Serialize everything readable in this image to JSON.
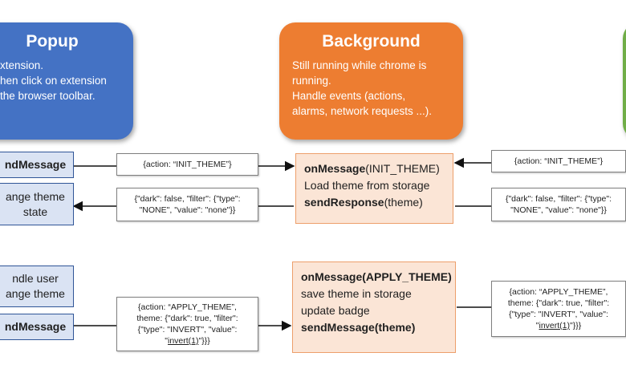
{
  "popup": {
    "title": "Popup",
    "lines": [
      "xtension.",
      "hen click on extension",
      "the browser toolbar."
    ]
  },
  "background": {
    "title": "Background",
    "lines": [
      "Still running while chrome is",
      "running.",
      "Handle events (actions,",
      "alarms, network requests ...)."
    ]
  },
  "popup_boxes": {
    "send1": "ndMessage",
    "change_theme": [
      "ange theme",
      "state"
    ],
    "handle_user": [
      "ndle user",
      "ange theme"
    ],
    "send2": "ndMessage"
  },
  "bg_boxes": {
    "init": {
      "handler_name": "onMessage",
      "handler_arg": "(INIT_THEME)",
      "line2": "Load theme from storage",
      "send_name": "sendResponse",
      "send_arg": "(theme)"
    },
    "apply": {
      "handler": "onMessage(APPLY_THEME)",
      "line2": "save theme in storage",
      "line3": "update badge",
      "send": "sendMessage(theme)"
    }
  },
  "messages": {
    "init_action_left": "{action: “INIT_THEME”}",
    "init_response_left": [
      "{\"dark\": false, \"filter\": {\"type\":",
      "\"NONE\", \"value\": \"none\"}}"
    ],
    "init_action_right": "{action: “INIT_THEME”}",
    "init_response_right": [
      "{\"dark\": false, \"filter\": {\"type\":",
      "\"NONE\", \"value\": \"none\"}}"
    ],
    "apply_left": [
      "{action: “APPLY_THEME”,",
      "theme: {\"dark\": true, \"filter\":",
      "{\"type\": \"INVERT\", \"value\":"
    ],
    "apply_left_invert": "invert(1)",
    "apply_left_tail": "\"}}}",
    "apply_right": [
      "{action: “APPLY_THEME”,",
      "theme: {\"dark\": true, \"filter\":",
      "{\"type\": \"INVERT\", \"value\":"
    ],
    "apply_right_invert": "invert(1)",
    "apply_right_tail": "\"}}}"
  },
  "colors": {
    "popup": "#4472c4",
    "background": "#ed7d31",
    "content": "#70ad47",
    "arrow": "#111111"
  }
}
